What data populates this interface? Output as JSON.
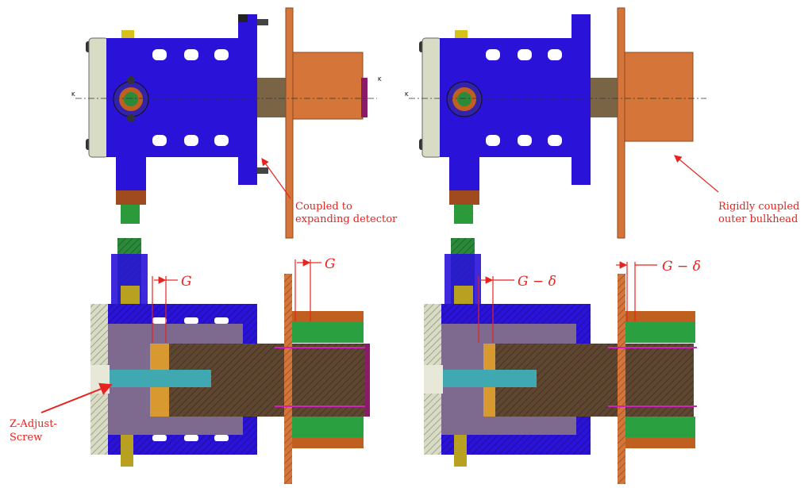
{
  "annotations": {
    "coupled_line1": "Coupled to",
    "coupled_line2": "expanding detector",
    "rigid_line1": "Rigidly coupled",
    "rigid_line2": "outer bulkhead",
    "screw_line1": "Z-Adjust-",
    "screw_line2": "Screw",
    "gap_left_1": "G",
    "gap_left_2": "G",
    "gap_right_1": "G − δ",
    "gap_right_2": "G − δ",
    "section_marker": "K"
  },
  "colors": {
    "body": "#2a12d8",
    "plate": "#d9dcc4",
    "bulkhead": "#d6753a",
    "shaft": "#6b5135",
    "inner": "#7d6a8e",
    "knob": "#2a8a3a",
    "annotation": "#e8231f"
  }
}
